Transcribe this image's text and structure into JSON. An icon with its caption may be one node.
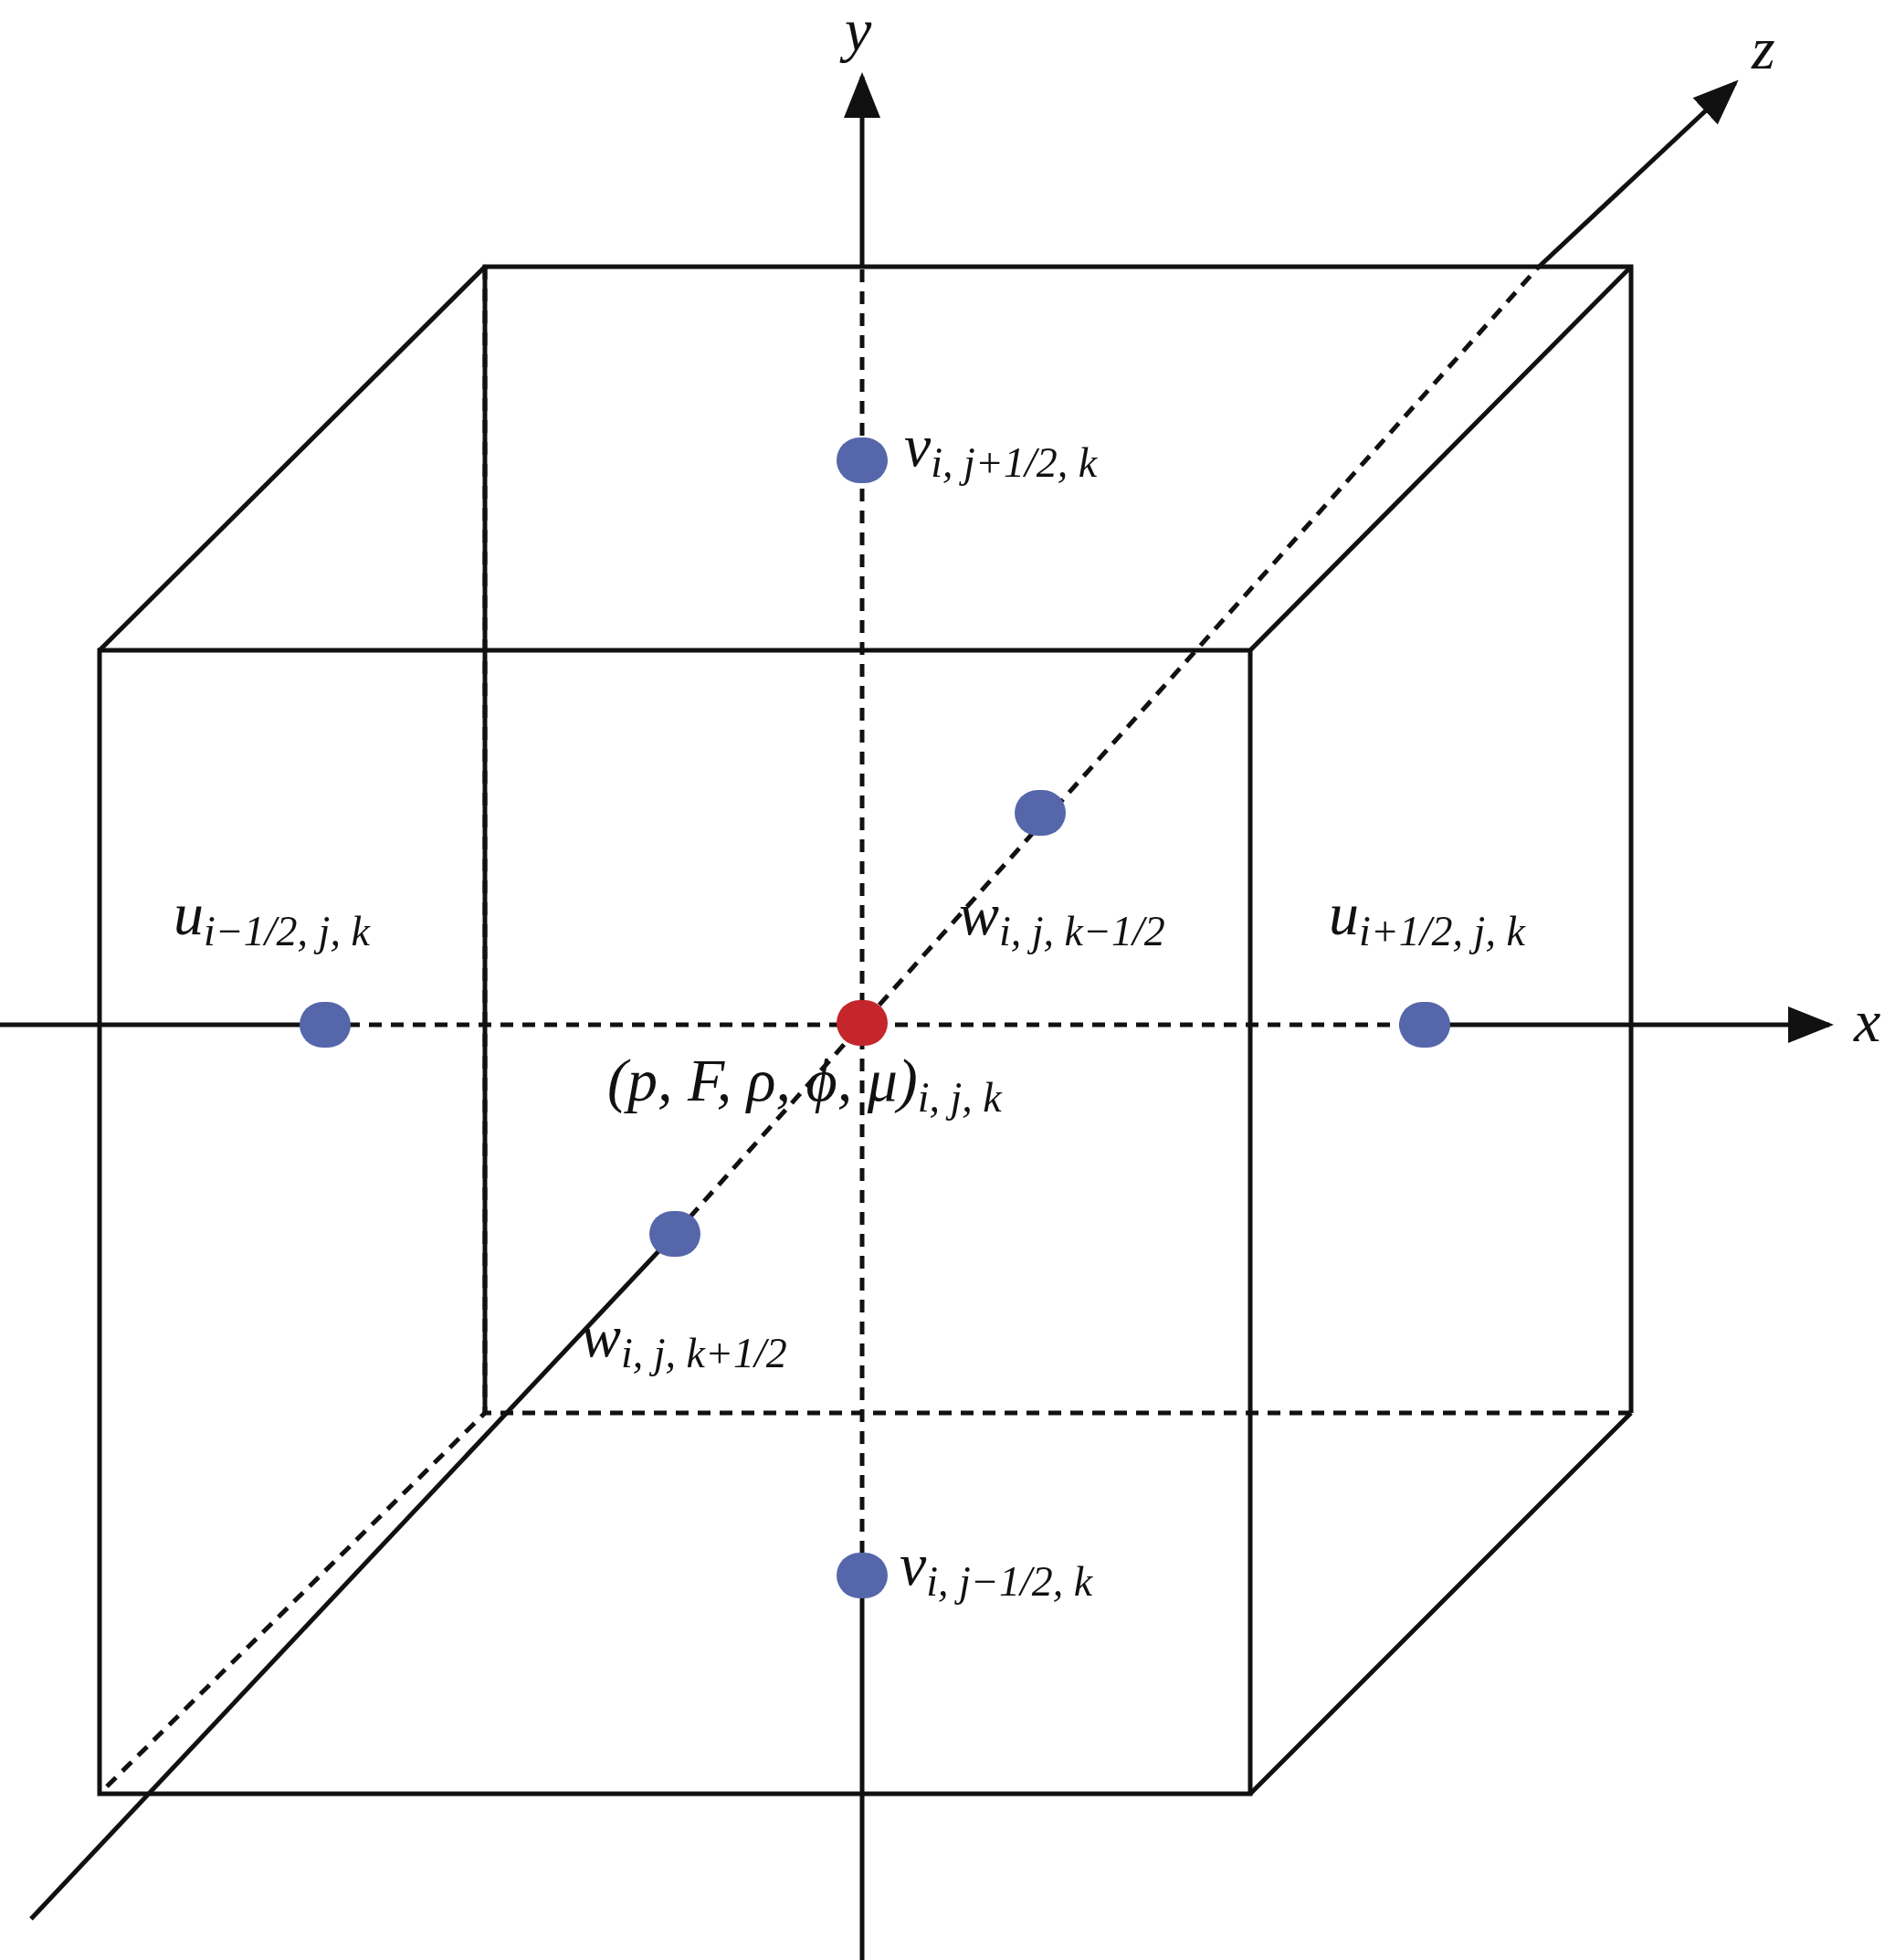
{
  "diagram": {
    "nodes": [
      {
        "text": [],
        "shape": "circle",
        "beside": [
          "v$_{i, j+1/2, k}$"
        ]
      },
      {
        "text": [],
        "shape": "circle",
        "beside": [
          "w$_{i, j, k−1/2}$"
        ]
      },
      {
        "text": [],
        "shape": "circle",
        "beside": [
          "u$_{i−1/2, j, k}$"
        ]
      },
      {
        "text": [],
        "shape": "circle",
        "beside": [
          "(p, F, ρ, ϕ, μ)$_{i, j, k}$"
        ]
      },
      {
        "text": [],
        "shape": "circle",
        "beside": [
          "u$_{i+1/2, j, k}$"
        ]
      },
      {
        "text": [],
        "shape": "circle",
        "beside": [
          "w$_{i, j, k+1/2}$"
        ]
      },
      {
        "text": [],
        "shape": "circle",
        "beside": [
          "v$_{i, j−1/2, k}$"
        ]
      }
    ],
    "labels": [
      "y",
      "z",
      "x"
    ]
  }
}
